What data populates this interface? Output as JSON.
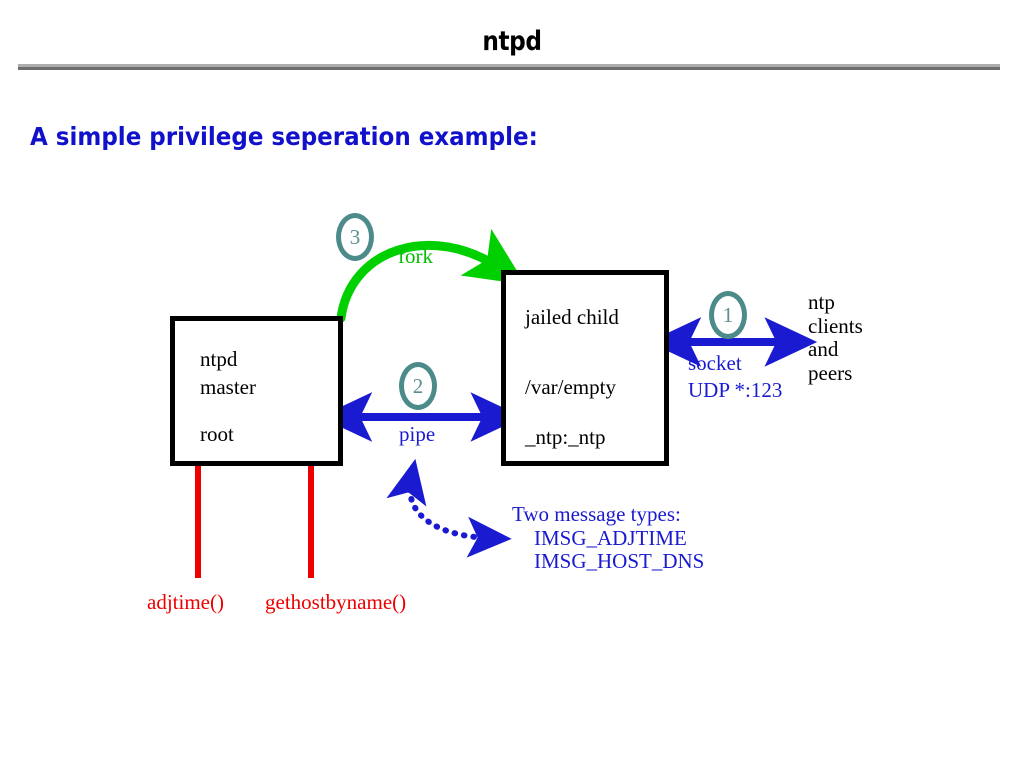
{
  "slide": {
    "title": "ntpd",
    "subtitle": "A simple privilege seperation example:"
  },
  "diagram": {
    "type": "privilege-separation-flow",
    "boxes": [
      {
        "id": "master",
        "lines": [
          "ntpd",
          "master",
          "root"
        ]
      },
      {
        "id": "jailed-child",
        "lines": [
          "jailed child",
          "/var/empty",
          "_ntp:_ntp"
        ]
      }
    ],
    "badges": [
      {
        "id": "1",
        "label": "1"
      },
      {
        "id": "2",
        "label": "2"
      },
      {
        "id": "3",
        "label": "3"
      }
    ],
    "arrows": {
      "fork": {
        "label": "fork",
        "color": "#00d000",
        "style": "curved-solid",
        "direction": "master-to-child"
      },
      "pipe": {
        "label": "pipe",
        "color": "#1a1ad0",
        "style": "straight-double-headed",
        "direction": "bidirectional"
      },
      "socket": {
        "label_line1": "socket",
        "label_line2": "UDP *:123",
        "color": "#1a1ad0",
        "style": "straight-double-headed",
        "direction": "bidirectional"
      },
      "message_types": {
        "color": "#1a1ad0",
        "style": "curved-dotted-double-headed"
      }
    },
    "external": {
      "clients": [
        "ntp",
        "clients",
        "and",
        "peers"
      ]
    },
    "messages": {
      "heading": "Two message types:",
      "items": [
        "IMSG_ADJTIME",
        "IMSG_HOST_DNS"
      ]
    },
    "syscalls": [
      {
        "label": "adjtime()",
        "color": "#ee0000"
      },
      {
        "label": "gethostbyname()",
        "color": "#ee0000"
      }
    ]
  },
  "colors": {
    "title_rule_light": "#adadad",
    "title_rule_dark": "#6e6e6e",
    "blue": "#1a1ad0",
    "green": "#00d000",
    "red": "#ee0000",
    "badge_teal": "#4d8b8b",
    "box_border": "#000000"
  }
}
